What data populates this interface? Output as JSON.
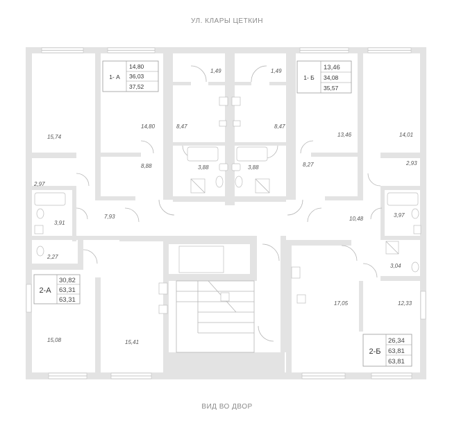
{
  "labels": {
    "street_top": "УЛ. КЛАРЫ ЦЕТКИН",
    "street_bottom": "ВИД ВО ДВОР"
  },
  "apartments": {
    "a1": {
      "name": "1- А",
      "living": "14,80",
      "total1": "36,03",
      "total2": "37,52"
    },
    "b1": {
      "name": "1- Б",
      "living": "13,46",
      "total1": "34,08",
      "total2": "35,57"
    },
    "a2": {
      "name": "2-А",
      "living": "30,82",
      "total1": "63,31",
      "total2": "63,31"
    },
    "b2": {
      "name": "2-Б",
      "living": "26,34",
      "total1": "63,81",
      "total2": "63,81"
    }
  },
  "rooms": {
    "r1574": "15,74",
    "r1480": "14,80",
    "r847a": "8,47",
    "r149a": "1,49",
    "r149b": "1,49",
    "r847b": "8,47",
    "r1346": "13,46",
    "r1401": "14,01",
    "r888": "8,88",
    "r388a": "3,88",
    "r388b": "3,88",
    "r827": "8,27",
    "r297": "2,97",
    "r293": "2,93",
    "r391": "3,91",
    "r793": "7,93",
    "r1048": "10,48",
    "r397": "3,97",
    "r227": "2,27",
    "r304": "3,04",
    "r1705": "17,05",
    "r1233": "12,33",
    "r1508": "15,08",
    "r1541": "15,41"
  }
}
